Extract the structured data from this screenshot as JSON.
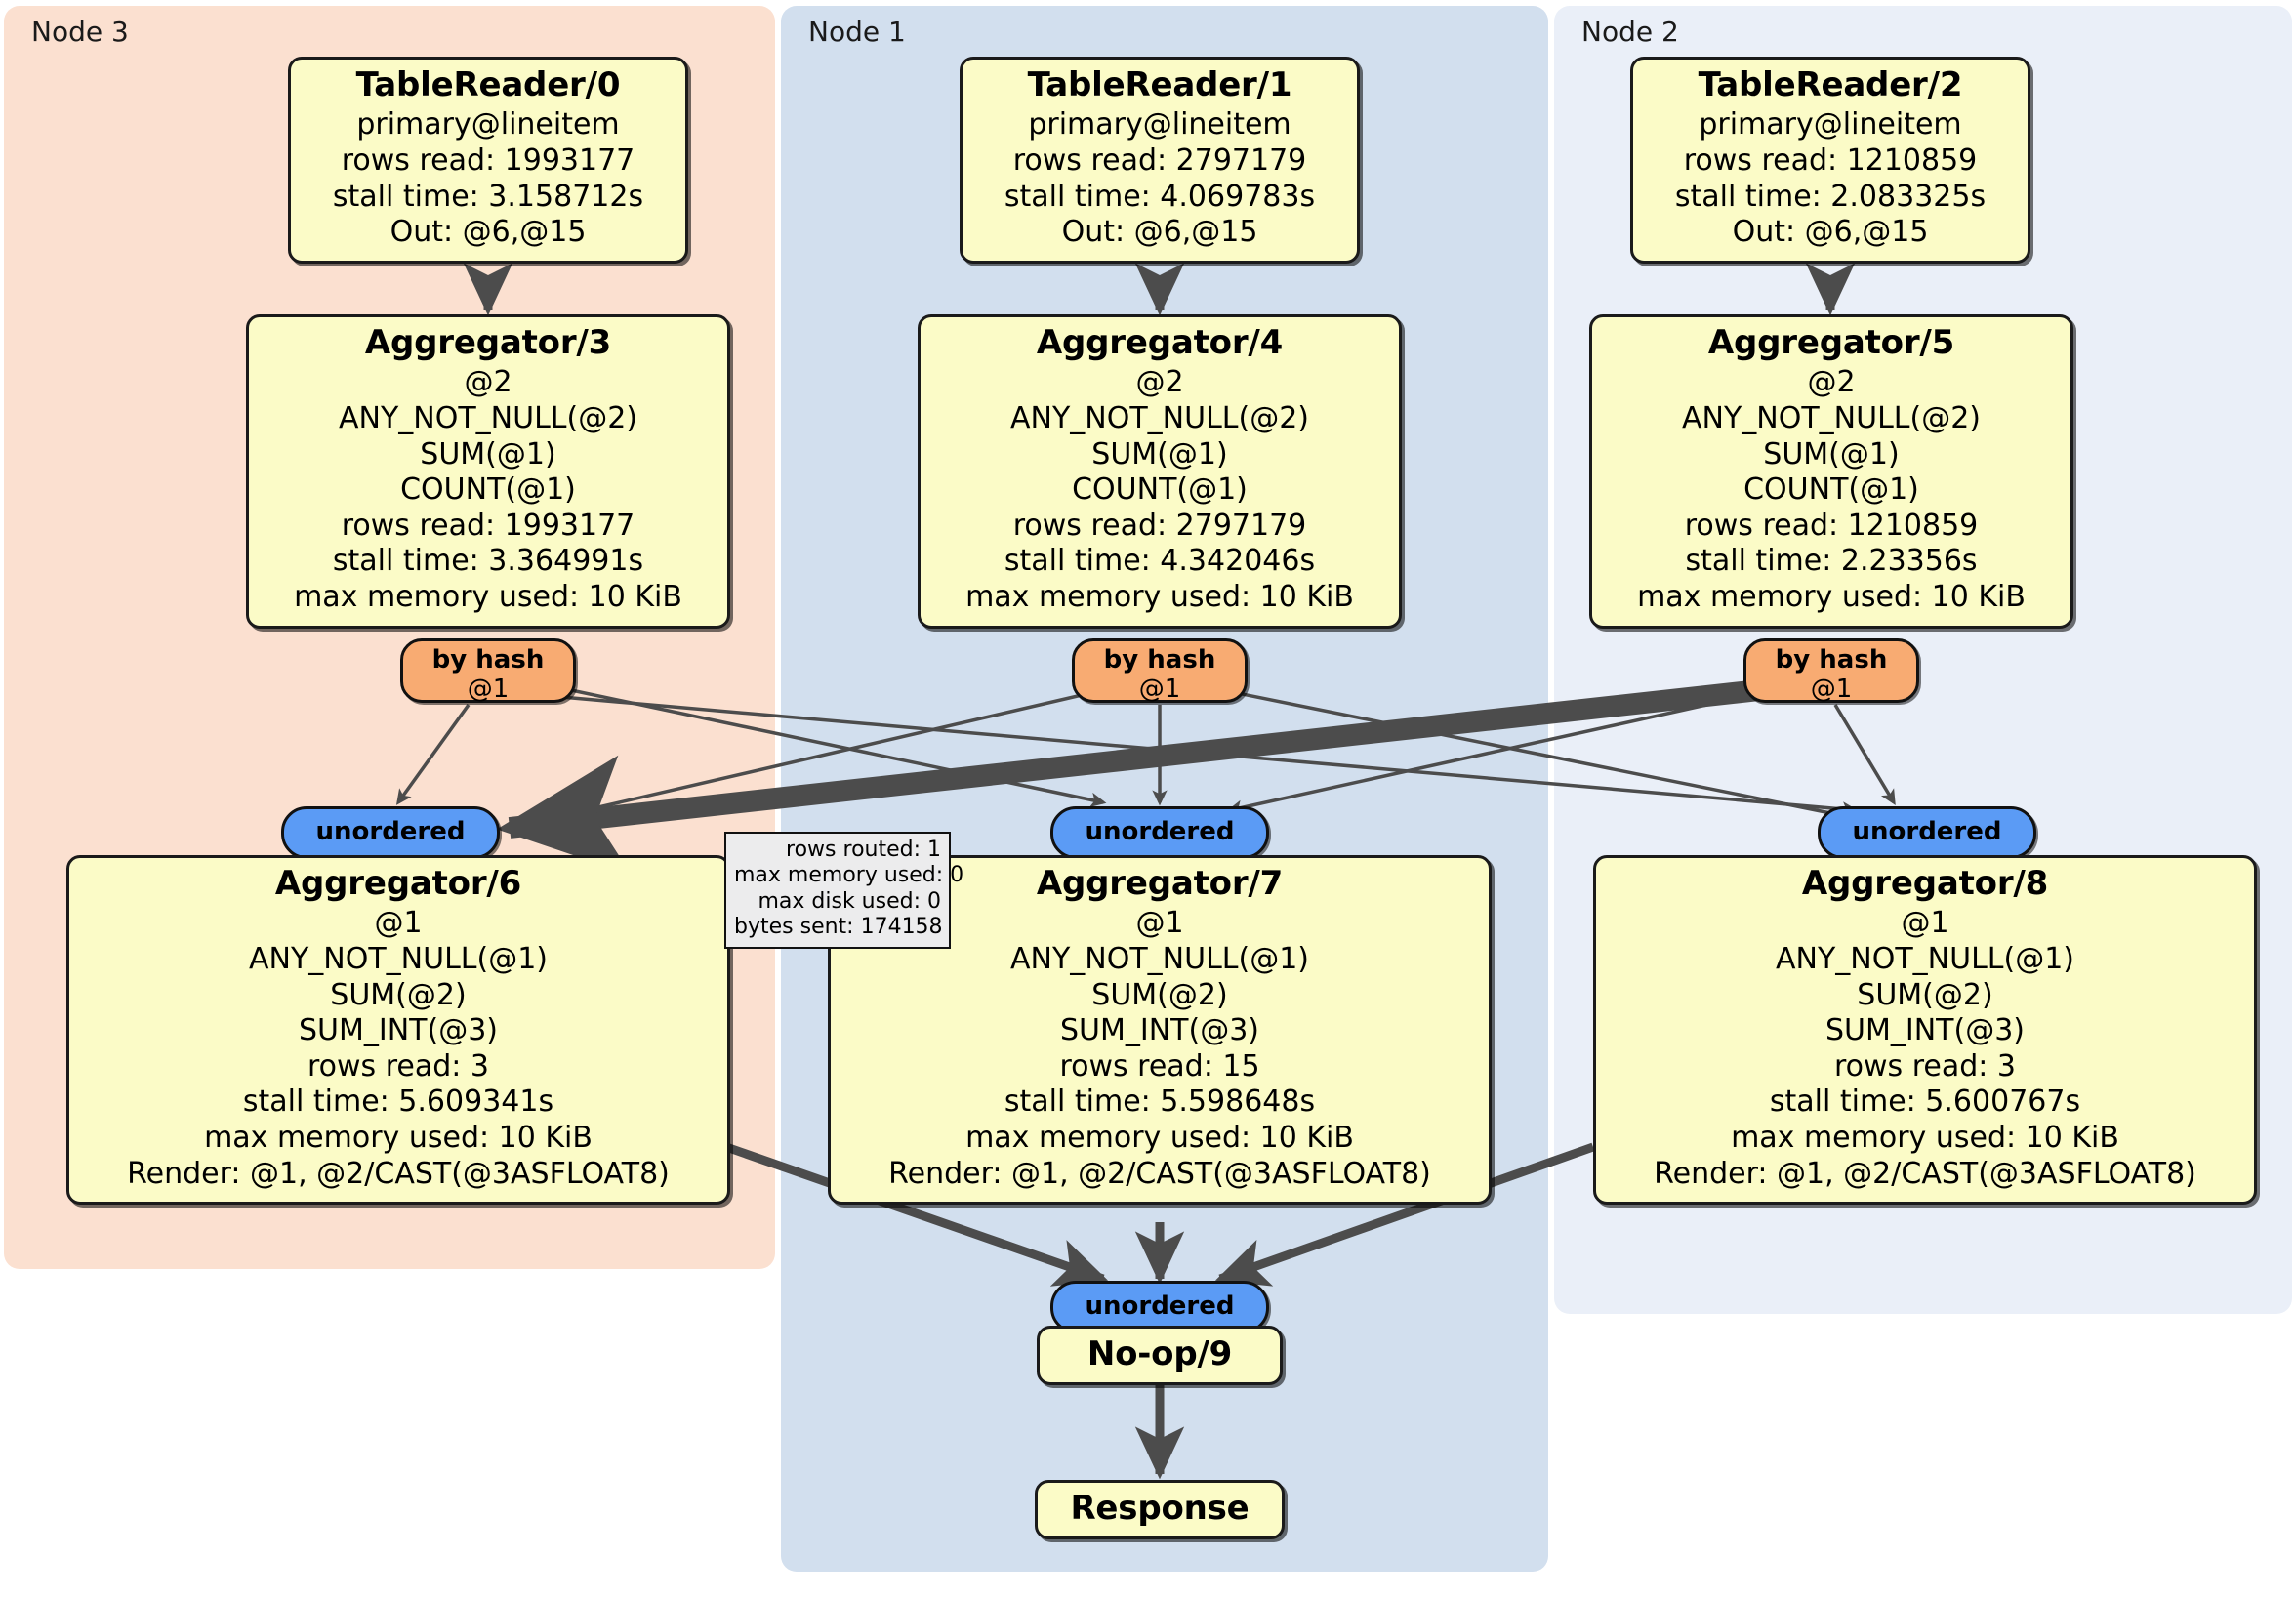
{
  "diagram": {
    "type": "distributed-query-plan",
    "clusters": [
      {
        "id": "node3",
        "label": "Node 3",
        "color": "#fbe0d0"
      },
      {
        "id": "node1",
        "label": "Node 1",
        "color": "#d2dfee"
      },
      {
        "id": "node2",
        "label": "Node 2",
        "color": "#eaeff8"
      }
    ],
    "processors": [
      {
        "id": "tablereader0",
        "title": "TableReader/0",
        "lines": [
          "primary@lineitem",
          "rows read: 1993177",
          "stall time: 3.158712s",
          "Out: @6,@15"
        ]
      },
      {
        "id": "tablereader1",
        "title": "TableReader/1",
        "lines": [
          "primary@lineitem",
          "rows read: 2797179",
          "stall time: 4.069783s",
          "Out: @6,@15"
        ]
      },
      {
        "id": "tablereader2",
        "title": "TableReader/2",
        "lines": [
          "primary@lineitem",
          "rows read: 1210859",
          "stall time: 2.083325s",
          "Out: @6,@15"
        ]
      },
      {
        "id": "aggregator3",
        "title": "Aggregator/3",
        "lines": [
          "@2",
          "ANY_NOT_NULL(@2)",
          "SUM(@1)",
          "COUNT(@1)",
          "rows read: 1993177",
          "stall time: 3.364991s",
          "max memory used: 10 KiB"
        ]
      },
      {
        "id": "aggregator4",
        "title": "Aggregator/4",
        "lines": [
          "@2",
          "ANY_NOT_NULL(@2)",
          "SUM(@1)",
          "COUNT(@1)",
          "rows read: 2797179",
          "stall time: 4.342046s",
          "max memory used: 10 KiB"
        ]
      },
      {
        "id": "aggregator5",
        "title": "Aggregator/5",
        "lines": [
          "@2",
          "ANY_NOT_NULL(@2)",
          "SUM(@1)",
          "COUNT(@1)",
          "rows read: 1210859",
          "stall time: 2.23356s",
          "max memory used: 10 KiB"
        ]
      },
      {
        "id": "aggregator6",
        "title": "Aggregator/6",
        "lines": [
          "@1",
          "ANY_NOT_NULL(@1)",
          "SUM(@2)",
          "SUM_INT(@3)",
          "rows read: 3",
          "stall time: 5.609341s",
          "max memory used: 10 KiB",
          "Render: @1, @2/CAST(@3ASFLOAT8)"
        ]
      },
      {
        "id": "aggregator7",
        "title": "Aggregator/7",
        "lines": [
          "@1",
          "ANY_NOT_NULL(@1)",
          "SUM(@2)",
          "SUM_INT(@3)",
          "rows read: 15",
          "stall time: 5.598648s",
          "max memory used: 10 KiB",
          "Render: @1, @2/CAST(@3ASFLOAT8)"
        ]
      },
      {
        "id": "aggregator8",
        "title": "Aggregator/8",
        "lines": [
          "@1",
          "ANY_NOT_NULL(@1)",
          "SUM(@2)",
          "SUM_INT(@3)",
          "rows read: 3",
          "stall time: 5.600767s",
          "max memory used: 10 KiB",
          "Render: @1, @2/CAST(@3ASFLOAT8)"
        ]
      },
      {
        "id": "noop9",
        "title": "No-op/9",
        "lines": []
      },
      {
        "id": "response",
        "title": "Response",
        "lines": []
      }
    ],
    "routers": [
      {
        "id": "byhash3",
        "title": "by hash",
        "sub": "@1"
      },
      {
        "id": "byhash4",
        "title": "by hash",
        "sub": "@1"
      },
      {
        "id": "byhash5",
        "title": "by hash",
        "sub": "@1"
      }
    ],
    "streams": [
      {
        "id": "unordered6",
        "label": "unordered"
      },
      {
        "id": "unordered7",
        "label": "unordered"
      },
      {
        "id": "unordered8",
        "label": "unordered"
      },
      {
        "id": "unordered9",
        "label": "unordered"
      }
    ],
    "stats_tooltip": {
      "lines": [
        "rows routed: 1",
        "max memory used: 0",
        "max disk used: 0",
        "bytes sent: 174158"
      ]
    },
    "colors": {
      "processor_fill": "#fbfbc7",
      "router_fill": "#f8ab72",
      "stream_fill": "#5b9bf5",
      "tooltip_fill": "#ececed",
      "node3_fill": "#fbe0d0",
      "node1_fill": "#d2dfee",
      "node2_fill": "#eaeff8",
      "edge_color": "#4c4c4c"
    }
  }
}
